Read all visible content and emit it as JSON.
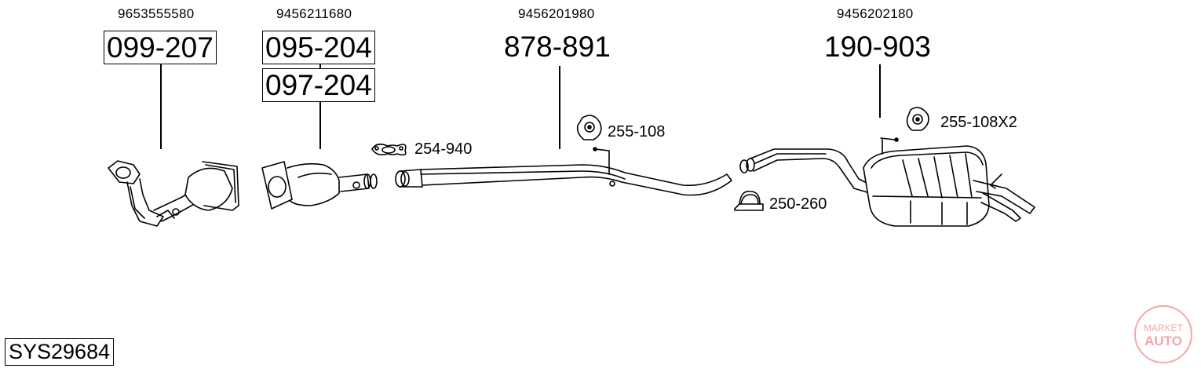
{
  "parts": [
    {
      "oem": "9653555580",
      "codes": [
        "099-207"
      ]
    },
    {
      "oem": "9456211680",
      "codes": [
        "095-204",
        "097-204"
      ]
    },
    {
      "oem": "9456201980",
      "codes": [
        "878-891"
      ]
    },
    {
      "oem": "9456202180",
      "codes": [
        "190-903"
      ]
    }
  ],
  "accessories": {
    "clamp_flange": "254-940",
    "hanger_mid": "255-108",
    "clamp_u": "250-260",
    "hanger_rear": "255-108X2"
  },
  "system_code": "SYS29684",
  "watermark": {
    "top": "MARKET",
    "bottom": "AUTO",
    "color": "#e0343a"
  }
}
